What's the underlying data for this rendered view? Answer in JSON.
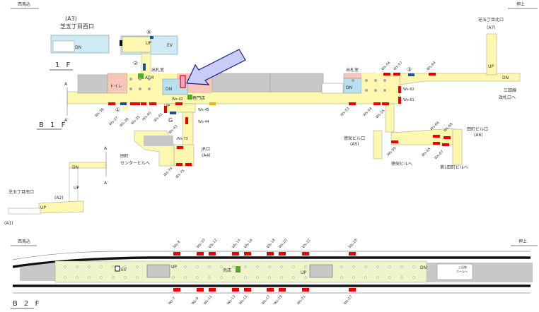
{
  "directions": {
    "west": "西馬込",
    "east": "押上"
  },
  "floors": {
    "f1": "1 F",
    "b1": "B 1 F",
    "b2": "B 2 F"
  },
  "section_marks": {
    "a": "A",
    "a_prime": "A'"
  },
  "exits": {
    "a3_code": "(A3)",
    "a3_name": "芝五丁目西口",
    "a7_name": "芝五丁目北口",
    "a7_code": "(A7)",
    "a4_name": "JR口",
    "a4_code": "(A4)",
    "a5_name": "徳栄ビル口",
    "a5_code": "(A5)",
    "a6_name": "田町ビル口",
    "a6_code": "(A6)",
    "a2_name": "芝五丁目南口",
    "a2_code": "(A2)",
    "a1_code": "(A1)"
  },
  "destinations": {
    "mita_gate": [
      "三田線",
      "改札口へ"
    ],
    "tamachi_center": [
      "田町",
      "センタービルへ"
    ],
    "tokuei": "徳栄ビルへ",
    "dai1_tamachi": "第1田町ビルへ",
    "mita_platform": [
      "三田線",
      "ホームへ"
    ]
  },
  "facilities": {
    "ticket_office": "出札室",
    "atm": "ATM",
    "toilet": "トイレ",
    "shop_specialty": "専門店",
    "kiosk": "売店",
    "ev": "EV",
    "up": "UP",
    "dn": "DN",
    "elevator_badge": "G"
  },
  "numbered_points": [
    "①",
    "②",
    "③",
    "④"
  ],
  "b1_doors": [
    "Ws-36",
    "Ws-37",
    "Ws-38",
    "Ws-39",
    "Ws-40",
    "Ws-41",
    "Ws-42",
    "Ws-45",
    "Ws-44",
    "Ws-43",
    "Ws-73",
    "Ws-74",
    "Ws-75",
    "Ws-56",
    "Ws-57",
    "Ws-64",
    "Ws-53",
    "Ws-54",
    "Ws-55",
    "Ws-62",
    "Ws-61",
    "Ws-59",
    "Ws-66",
    "Ws-68",
    "Ws-65",
    "Ws-67"
  ],
  "b2_doors_top": [
    "Ws-8",
    "Ws-10",
    "Ws-12",
    "Ws-14",
    "Ws-16",
    "Ws-18",
    "Ws-20",
    "Ws-22",
    "Ws-28"
  ],
  "b2_doors_bottom": [
    "Ws-7",
    "Ws-9",
    "Ws-11",
    "Ws-13",
    "Ws-15",
    "Ws-17",
    "Ws-19",
    "Ws-21",
    "Ws-27"
  ],
  "colors": {
    "concourse": "#fdf7b0",
    "platform": "#eef5c8",
    "gray": "#c8c8c8",
    "pink": "#f6c6b8",
    "blue_area": "#b8e0ee",
    "door_marker": "#ee0000",
    "blue_marker": "#1a4fa0",
    "green": "#4caf2a",
    "highlight_arrow": "#c8ccf6",
    "arrow_stroke": "#1a1a8c"
  }
}
